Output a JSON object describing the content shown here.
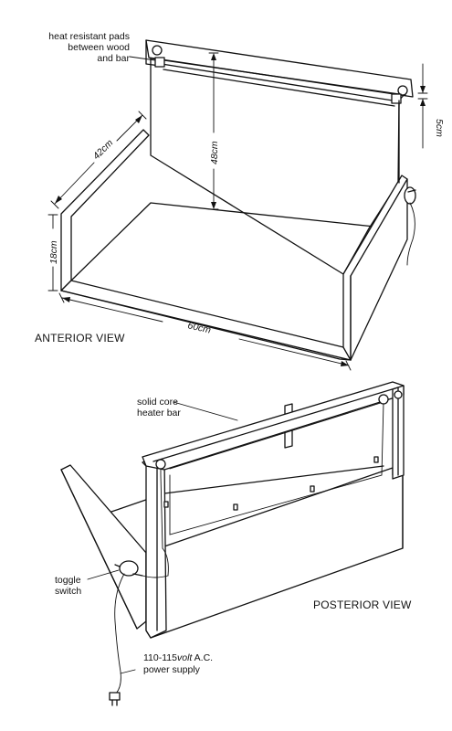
{
  "labels": {
    "heat_pads": [
      "heat resistant pads",
      "between wood",
      "and bar"
    ],
    "heater_bar": [
      "solid core",
      "heater bar"
    ],
    "toggle": [
      "toggle",
      "switch"
    ],
    "power": [
      "110-115",
      "volt",
      " A.C.",
      "power supply"
    ]
  },
  "views": {
    "anterior": "ANTERIOR VIEW",
    "posterior": "POSTERIOR VIEW"
  },
  "dimensions": {
    "height_back": "48cm",
    "depth": "42cm",
    "height_side": "18cm",
    "width": "60cm",
    "bar_gap": "5cm"
  }
}
